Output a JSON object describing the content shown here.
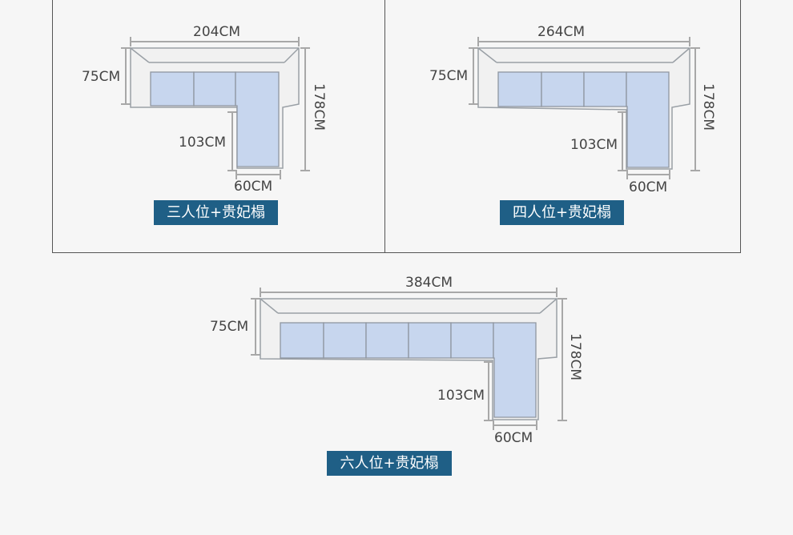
{
  "colors": {
    "cushion": "#c7d6ee",
    "frame": "#9aa0a6",
    "label_bg": "#1f5f86",
    "dim_line": "#a8a8a8"
  },
  "panels": [
    {
      "width": "204CM",
      "depth": "75CM",
      "height": "178CM",
      "chaise_depth": "103CM",
      "chaise_width": "60CM",
      "label": "三人位+贵妃榻"
    },
    {
      "width": "264CM",
      "depth": "75CM",
      "height": "178CM",
      "chaise_depth": "103CM",
      "chaise_width": "60CM",
      "label": "四人位+贵妃榻"
    },
    {
      "width": "384CM",
      "depth": "75CM",
      "height": "178CM",
      "chaise_depth": "103CM",
      "chaise_width": "60CM",
      "label": "六人位+贵妃榻"
    }
  ]
}
